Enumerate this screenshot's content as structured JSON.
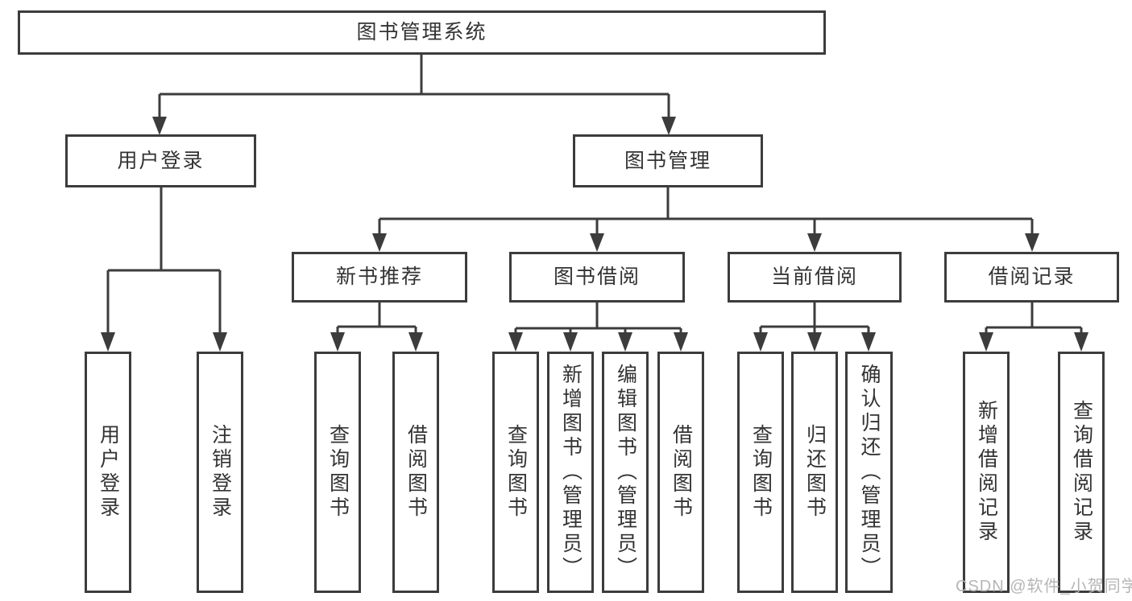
{
  "diagram": {
    "root": {
      "label": "图书管理系统"
    },
    "branches": [
      {
        "label": "用户登录",
        "children": [
          "用户登录",
          "注销登录"
        ]
      },
      {
        "label": "图书管理",
        "sections": [
          {
            "label": "新书推荐",
            "children": [
              "查询图书",
              "借阅图书"
            ]
          },
          {
            "label": "图书借阅",
            "children": [
              "查询图书",
              "新增图书（管理员）",
              "编辑图书（管理员）",
              "借阅图书"
            ]
          },
          {
            "label": "当前借阅",
            "children": [
              "查询图书",
              "归还图书",
              "确认归还（管理员）"
            ]
          },
          {
            "label": "借阅记录",
            "children": [
              "新增借阅记录",
              "查询借阅记录"
            ]
          }
        ]
      }
    ],
    "watermark": "CSDN @软件_小贺同学",
    "colors": {
      "line": "#3c3c3c",
      "text": "#333333",
      "watermark": "#b2b2b2",
      "background": "#ffffff"
    }
  }
}
